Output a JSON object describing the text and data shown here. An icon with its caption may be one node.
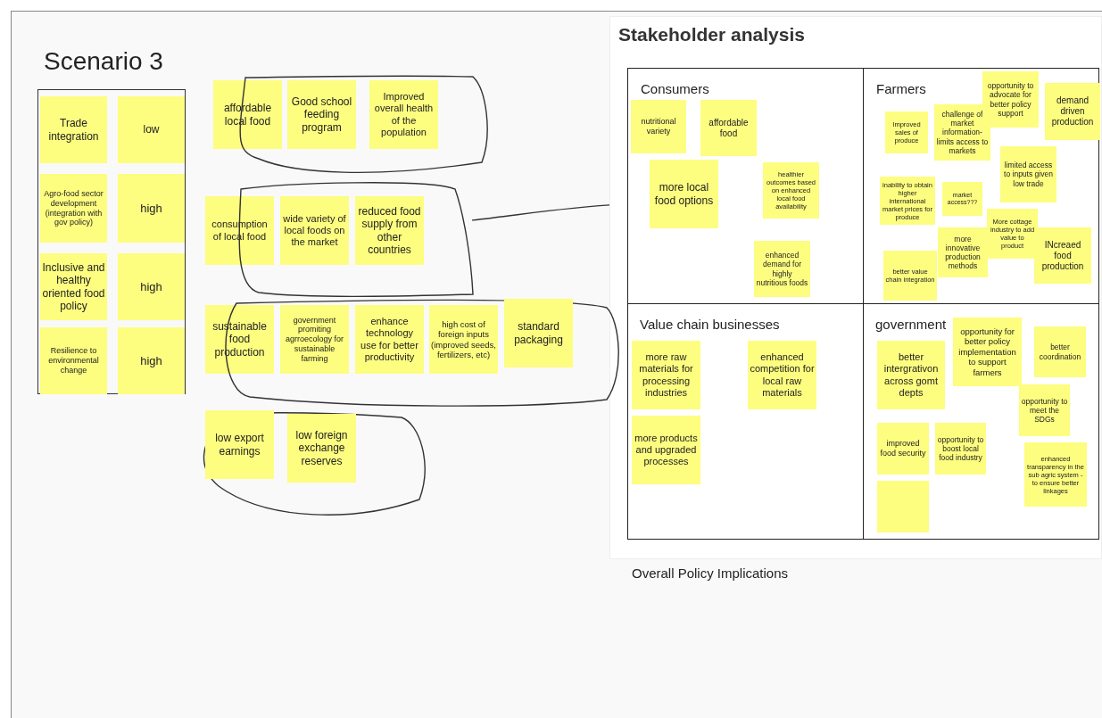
{
  "diagram": {
    "nodes": [
      {
        "text": [
          "Scenario 3"
        ]
      },
      {
        "text": [
          "Trade integration"
        ],
        "in": 0
      },
      {
        "text": [
          "low"
        ],
        "in": 0
      },
      {
        "text": [
          "Agro-food sector development (integration with gov policy)"
        ],
        "in": 0
      },
      {
        "text": [
          "high"
        ],
        "in": 0
      },
      {
        "text": [
          "Inclusive and healthy oriented food policy"
        ],
        "in": 0
      },
      {
        "text": [
          "high"
        ],
        "in": 0
      },
      {
        "text": [
          "Resilience to environmental change"
        ],
        "in": 0
      },
      {
        "text": [
          "high"
        ],
        "in": 0
      },
      {
        "text": [],
        "shape": "loop"
      },
      {
        "text": [],
        "shape": "loop"
      },
      {
        "text": [],
        "shape": "loop"
      },
      {
        "text": [],
        "shape": "loop"
      },
      {
        "text": [
          "affordable local food"
        ]
      },
      {
        "text": [
          "Good school feeding program"
        ],
        "in": 9
      },
      {
        "text": [
          "Improved overall health of the population"
        ],
        "in": 9
      },
      {
        "text": [
          "consumption of local food"
        ]
      },
      {
        "text": [
          "wide variety of local foods on the market"
        ],
        "in": 10
      },
      {
        "text": [
          "reduced food supply from other countries"
        ],
        "in": 10
      },
      {
        "text": [
          "sustainable food production"
        ]
      },
      {
        "text": [
          "government promiting agrroecology for sustainable farming"
        ],
        "in": 11
      },
      {
        "text": [
          "enhance technology use  for better productivity"
        ],
        "in": 11
      },
      {
        "text": [
          "high cost of foreign inputs (improved seeds, fertilizers, etc)"
        ],
        "in": 11
      },
      {
        "text": [
          "standard packaging"
        ],
        "in": 11
      },
      {
        "text": [
          "low export earnings"
        ],
        "in": 12
      },
      {
        "text": [
          "low foreign exchange reserves"
        ],
        "in": 12
      },
      {
        "text": [
          "Stakeholder analysis"
        ]
      },
      {
        "text": [
          "Consumers"
        ],
        "in": 26
      },
      {
        "text": [
          "nutritional variety"
        ],
        "in": 27
      },
      {
        "text": [
          "affordable food"
        ],
        "in": 27
      },
      {
        "text": [
          "more local food options"
        ],
        "in": 27
      },
      {
        "text": [
          "healthier outcomes based on enhanced local food availability"
        ],
        "in": 27
      },
      {
        "text": [
          "enhanced demand for highly nutritious foods"
        ],
        "in": 27
      },
      {
        "text": [
          "Farmers"
        ],
        "in": 26
      },
      {
        "text": [
          "Improved sales of produce"
        ],
        "in": 33
      },
      {
        "text": [
          "challenge of market information-limits access to markets"
        ],
        "in": 33
      },
      {
        "text": [
          "opportunity to advocate for better policy support"
        ],
        "in": 33
      },
      {
        "text": [
          "demand driven production"
        ],
        "in": 33
      },
      {
        "text": [
          "limited access to inputs given low trade"
        ],
        "in": 33
      },
      {
        "text": [
          "inability to obtain higher international market prices for produce"
        ],
        "in": 33
      },
      {
        "text": [
          "market access???"
        ],
        "in": 33
      },
      {
        "text": [
          "more innovative production methods"
        ],
        "in": 33
      },
      {
        "text": [
          "More cottage industry to add value to product"
        ],
        "in": 33
      },
      {
        "text": [
          "INcreaed food production"
        ],
        "in": 33
      },
      {
        "text": [
          "better value chain integration"
        ],
        "in": 33
      },
      {
        "text": [
          "Value chain businesses"
        ],
        "in": 26
      },
      {
        "text": [
          "more raw materials for processing industries"
        ],
        "in": 45
      },
      {
        "text": [
          "enhanced competition for local raw materials"
        ],
        "in": 45
      },
      {
        "text": [
          "more products and upgraded processes"
        ],
        "in": 45
      },
      {
        "text": [
          "government"
        ],
        "in": 26
      },
      {
        "text": [
          "better intergrativon across gomt depts"
        ],
        "in": 49
      },
      {
        "text": [
          "opportunity for better policy implementation to support farmers"
        ],
        "in": 49
      },
      {
        "text": [
          "better coordination"
        ],
        "in": 49
      },
      {
        "text": [
          "opportunity to meet the SDGs"
        ],
        "in": 49
      },
      {
        "text": [
          "improved food security"
        ],
        "in": 49
      },
      {
        "text": [
          "opportunity to boost local food industry"
        ],
        "in": 49
      },
      {
        "text": [
          "enhanced transparency in the sub agric system - to ensure better linkages"
        ],
        "in": 49
      },
      {
        "text": [],
        "shape": "box",
        "in": 49
      }
    ],
    "edges": [
      {
        "from": 10,
        "to": 26,
        "arrow": "none"
      }
    ],
    "labels": [
      "Overall Policy Implications"
    ]
  }
}
